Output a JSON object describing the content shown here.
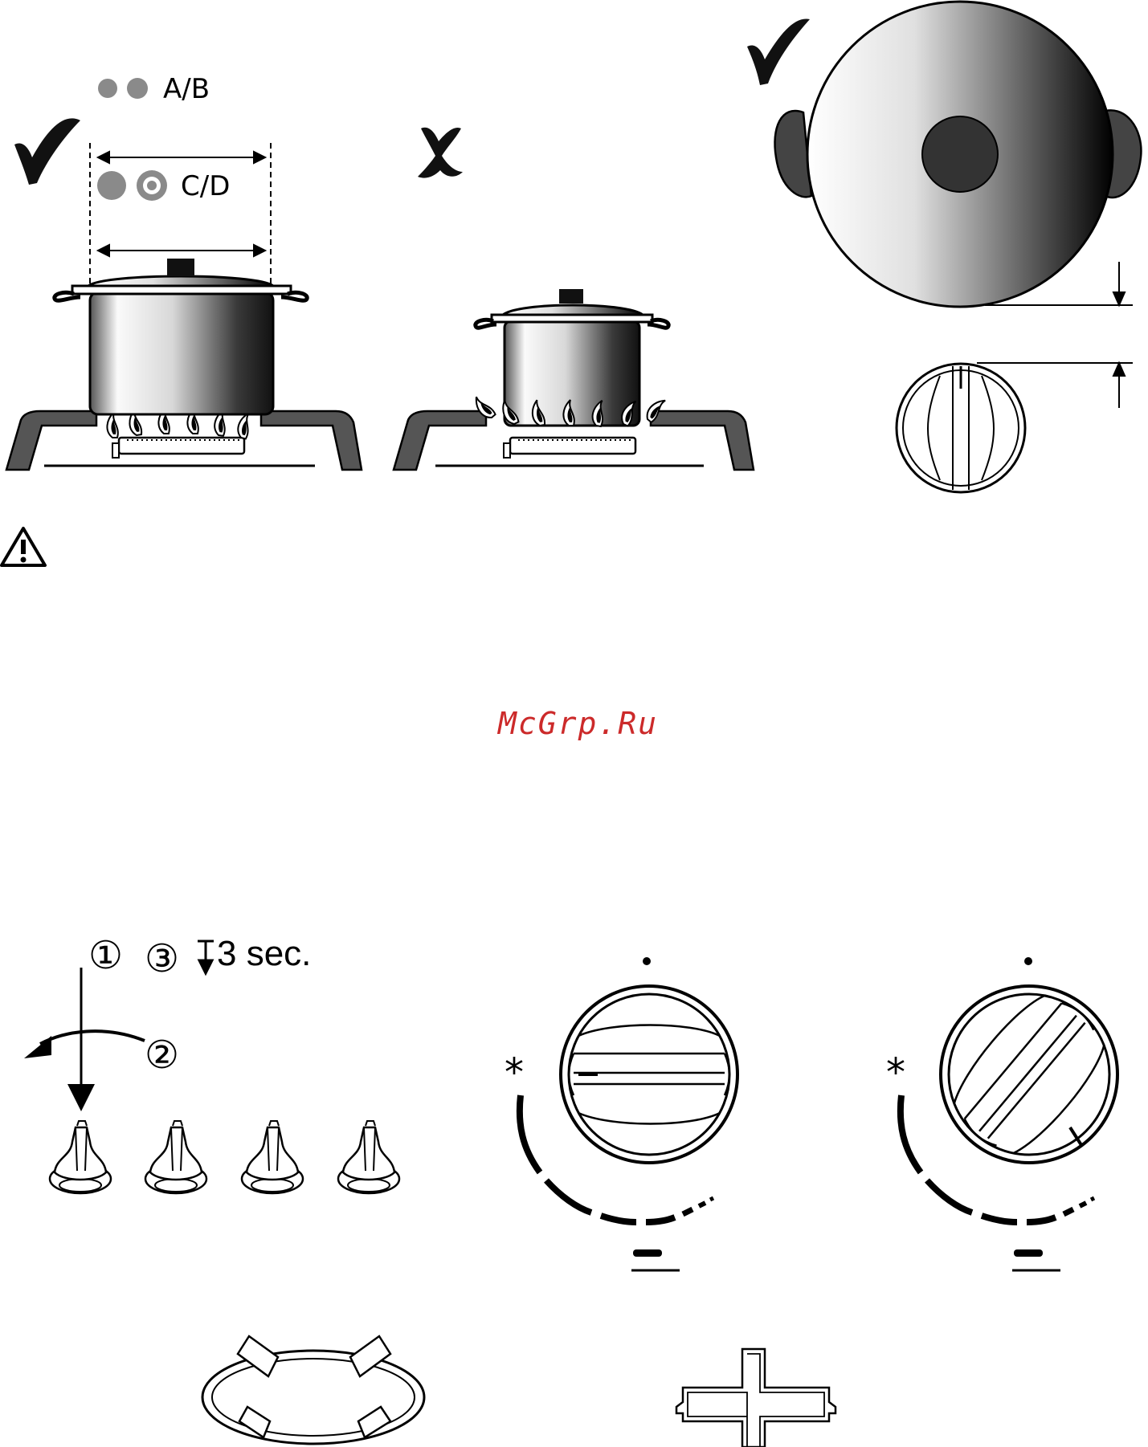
{
  "labels": {
    "burner_ab": "A/B",
    "burner_cd": "C/D",
    "step1": "①",
    "step3": "③",
    "hold": "3 sec.",
    "step2": "②",
    "ignition_mark": "*",
    "watermark": "McGrp.Ru"
  },
  "icons": {
    "correct": "check-mark-icon",
    "wrong": "cross-mark-icon",
    "warning": "warning-triangle-icon"
  },
  "colors": {
    "ink": "#000000",
    "grey_dot": "#8a8a8a",
    "pan_support": "#555555",
    "watermark": "#cc2a2a"
  }
}
